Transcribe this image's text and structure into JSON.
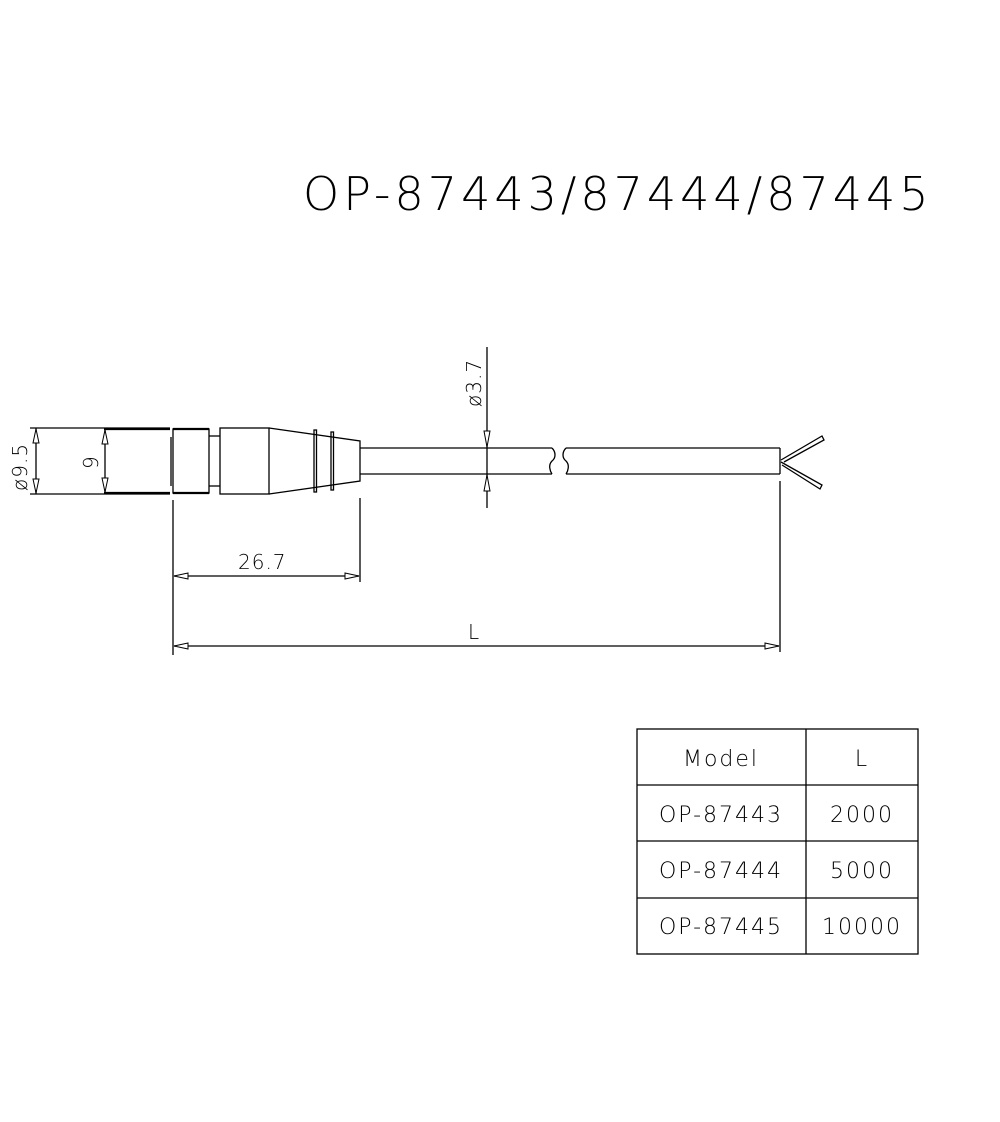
{
  "title": "OP-87443/87444/87445",
  "dimensions": {
    "outer_diameter": "ø9.5",
    "inner_height": "9",
    "cable_diameter": "ø3.7",
    "connector_length": "26.7",
    "total_length": "L"
  },
  "table": {
    "headers": [
      "Model",
      "L"
    ],
    "rows": [
      {
        "model": "OP-87443",
        "length": "2000"
      },
      {
        "model": "OP-87444",
        "length": "5000"
      },
      {
        "model": "OP-87445",
        "length": "10000"
      }
    ]
  },
  "colors": {
    "line": "#000000",
    "background": "#ffffff"
  }
}
